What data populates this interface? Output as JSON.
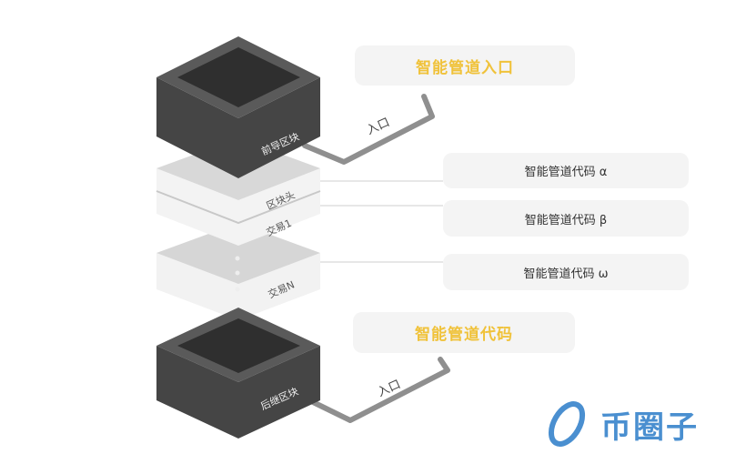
{
  "blocks": {
    "previous": "前导区块",
    "header": "区块头",
    "tx1": "交易1",
    "txn": "交易N",
    "next": "后继区块"
  },
  "pipes": {
    "top_entry": "入口",
    "bottom_entry": "入口"
  },
  "callouts": {
    "pipe_entry": "智能管道入口",
    "code_alpha": "智能管道代码 α",
    "code_beta": "智能管道代码 β",
    "code_omega": "智能管道代码 ω",
    "pipe_code": "智能管道代码"
  },
  "watermark": {
    "text": "币圈子"
  },
  "colors": {
    "accent": "#f0c23a",
    "dark_block": "#4a4a4a",
    "logo": "#4a8fd0"
  }
}
